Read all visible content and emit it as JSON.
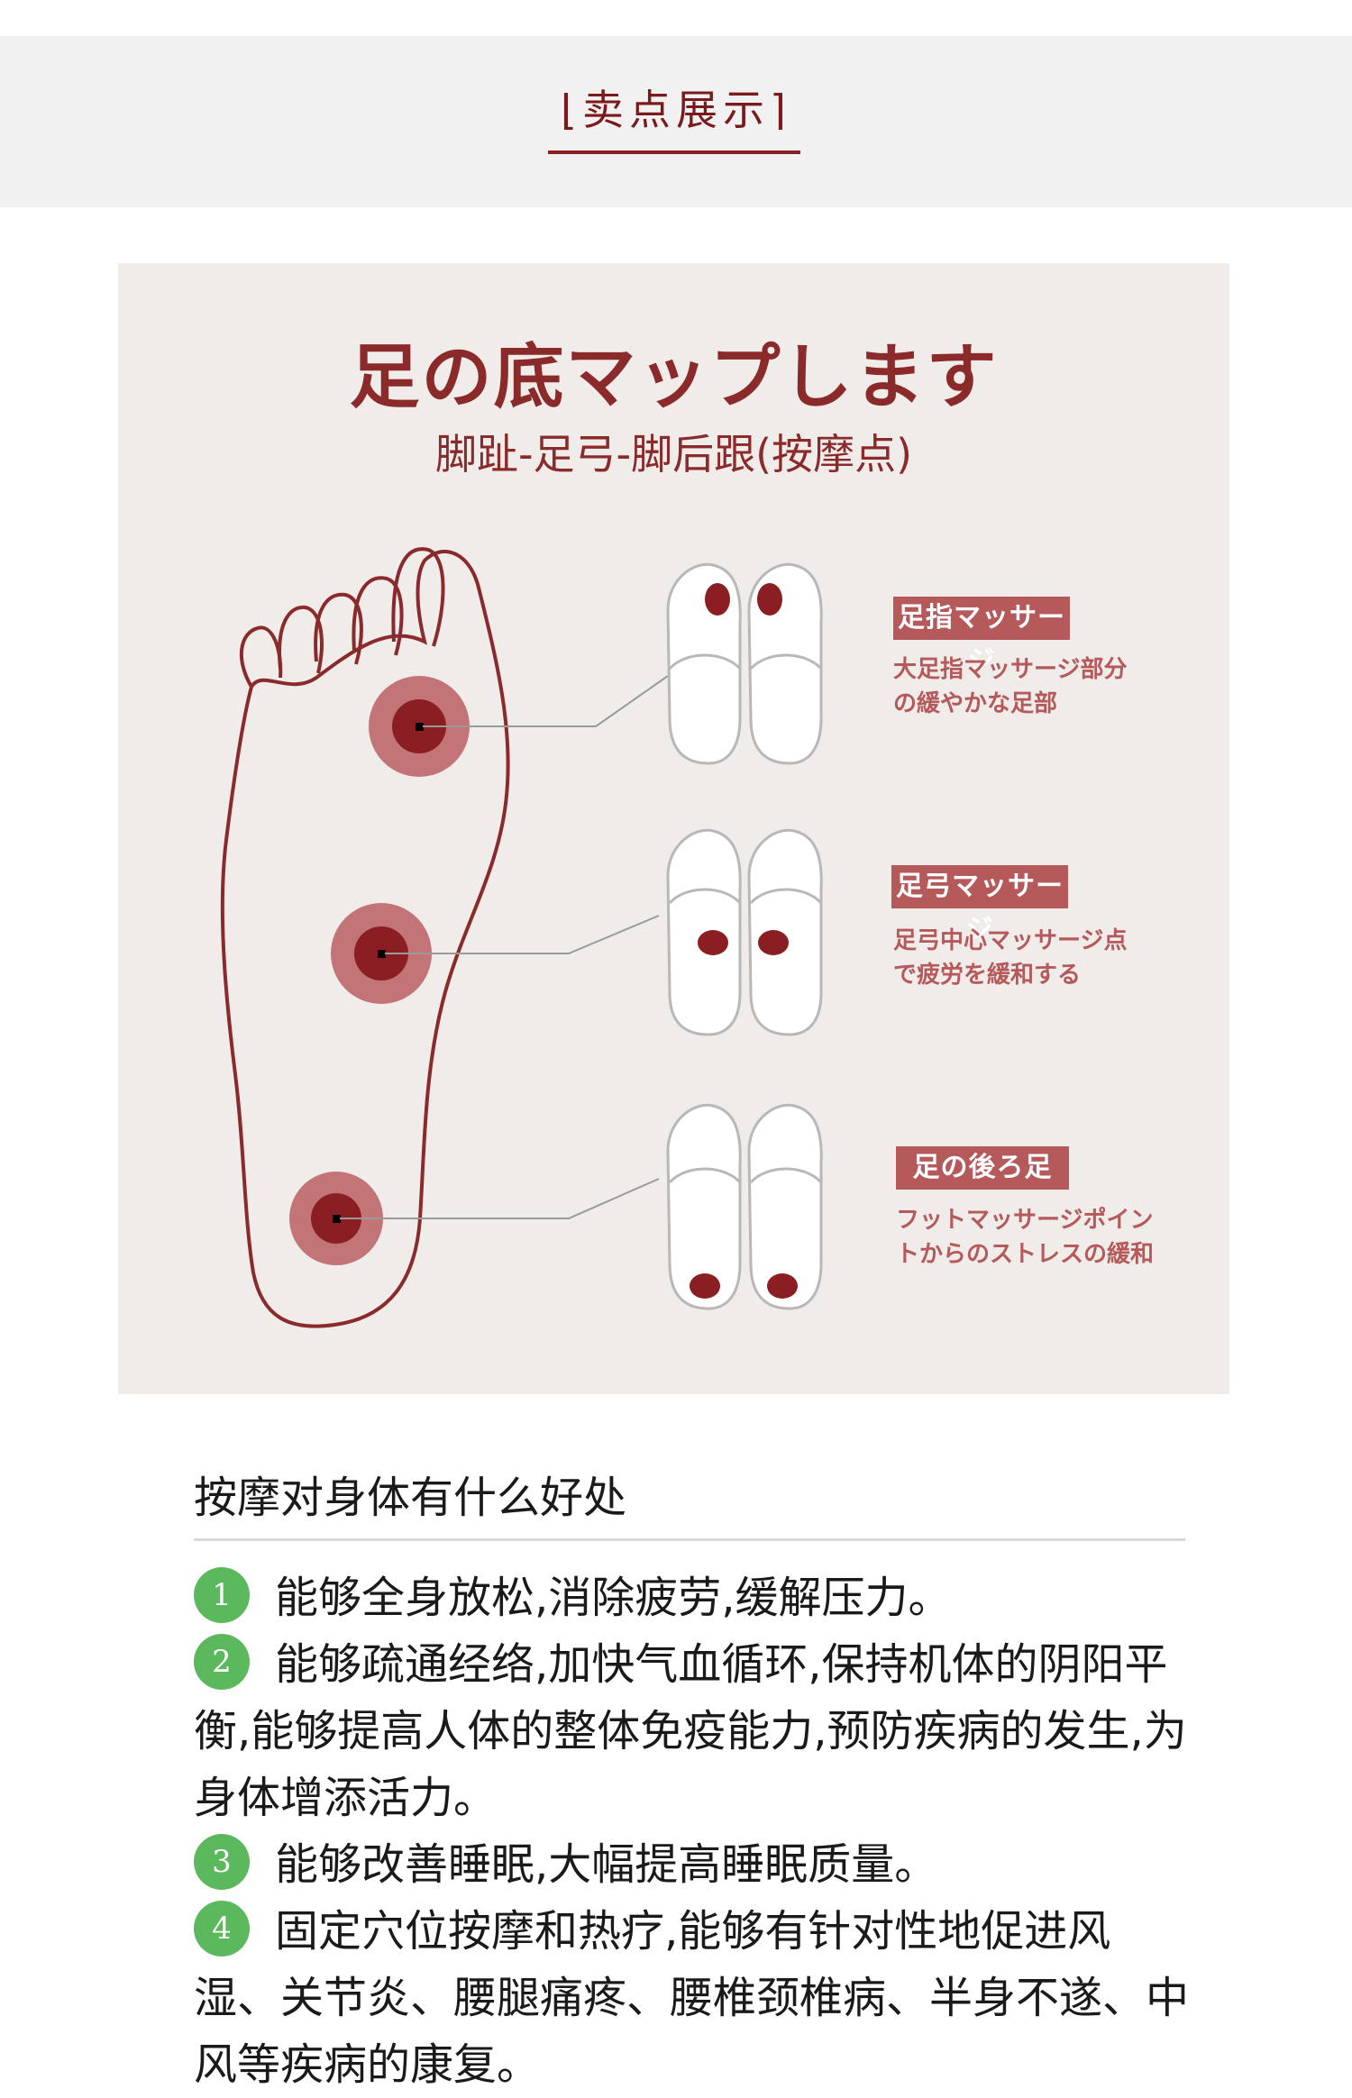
{
  "header": {
    "bracket_left": "⌊",
    "title": "卖点展示",
    "bracket_right": "⌉"
  },
  "panel": {
    "title": "足の底マップします",
    "subtitle": "脚趾-足弓-脚后跟(按摩点)",
    "zones": [
      {
        "badge": "足指マッサージ",
        "desc_line1": "大足指マッサージ部分",
        "desc_line2": "の緩やかな足部"
      },
      {
        "badge": "足弓マッサージ",
        "desc_line1": "足弓中心マッサージ点",
        "desc_line2": "で疲労を緩和する"
      },
      {
        "badge": "足の後ろ足",
        "desc_line1": "フットマッサージポイン",
        "desc_line2": "トからのストレスの緩和"
      }
    ]
  },
  "benefits": {
    "title": "按摩对身体有什么好处",
    "items": [
      {
        "num": "1",
        "text": "能够全身放松,消除疲劳,缓解压力。"
      },
      {
        "num": "2",
        "text": "能够疏通经络,加快气血循环,保持机体的阴阳平衡,能够提高人体的整体免疫能力,预防疾病的发生,为身体增添活力。"
      },
      {
        "num": "3",
        "text": "能够改善睡眠,大幅提高睡眠质量。"
      },
      {
        "num": "4",
        "text": "固定穴位按摩和热疗,能够有针对性地促进风湿、关节炎、腰腿痛疼、腰椎颈椎病、半身不遂、中风等疾病的康复。"
      }
    ]
  },
  "colors": {
    "accent": "#8b2a2b",
    "badge": "#b5595b",
    "green": "#5cb85c",
    "panel_bg": "#efecea"
  }
}
